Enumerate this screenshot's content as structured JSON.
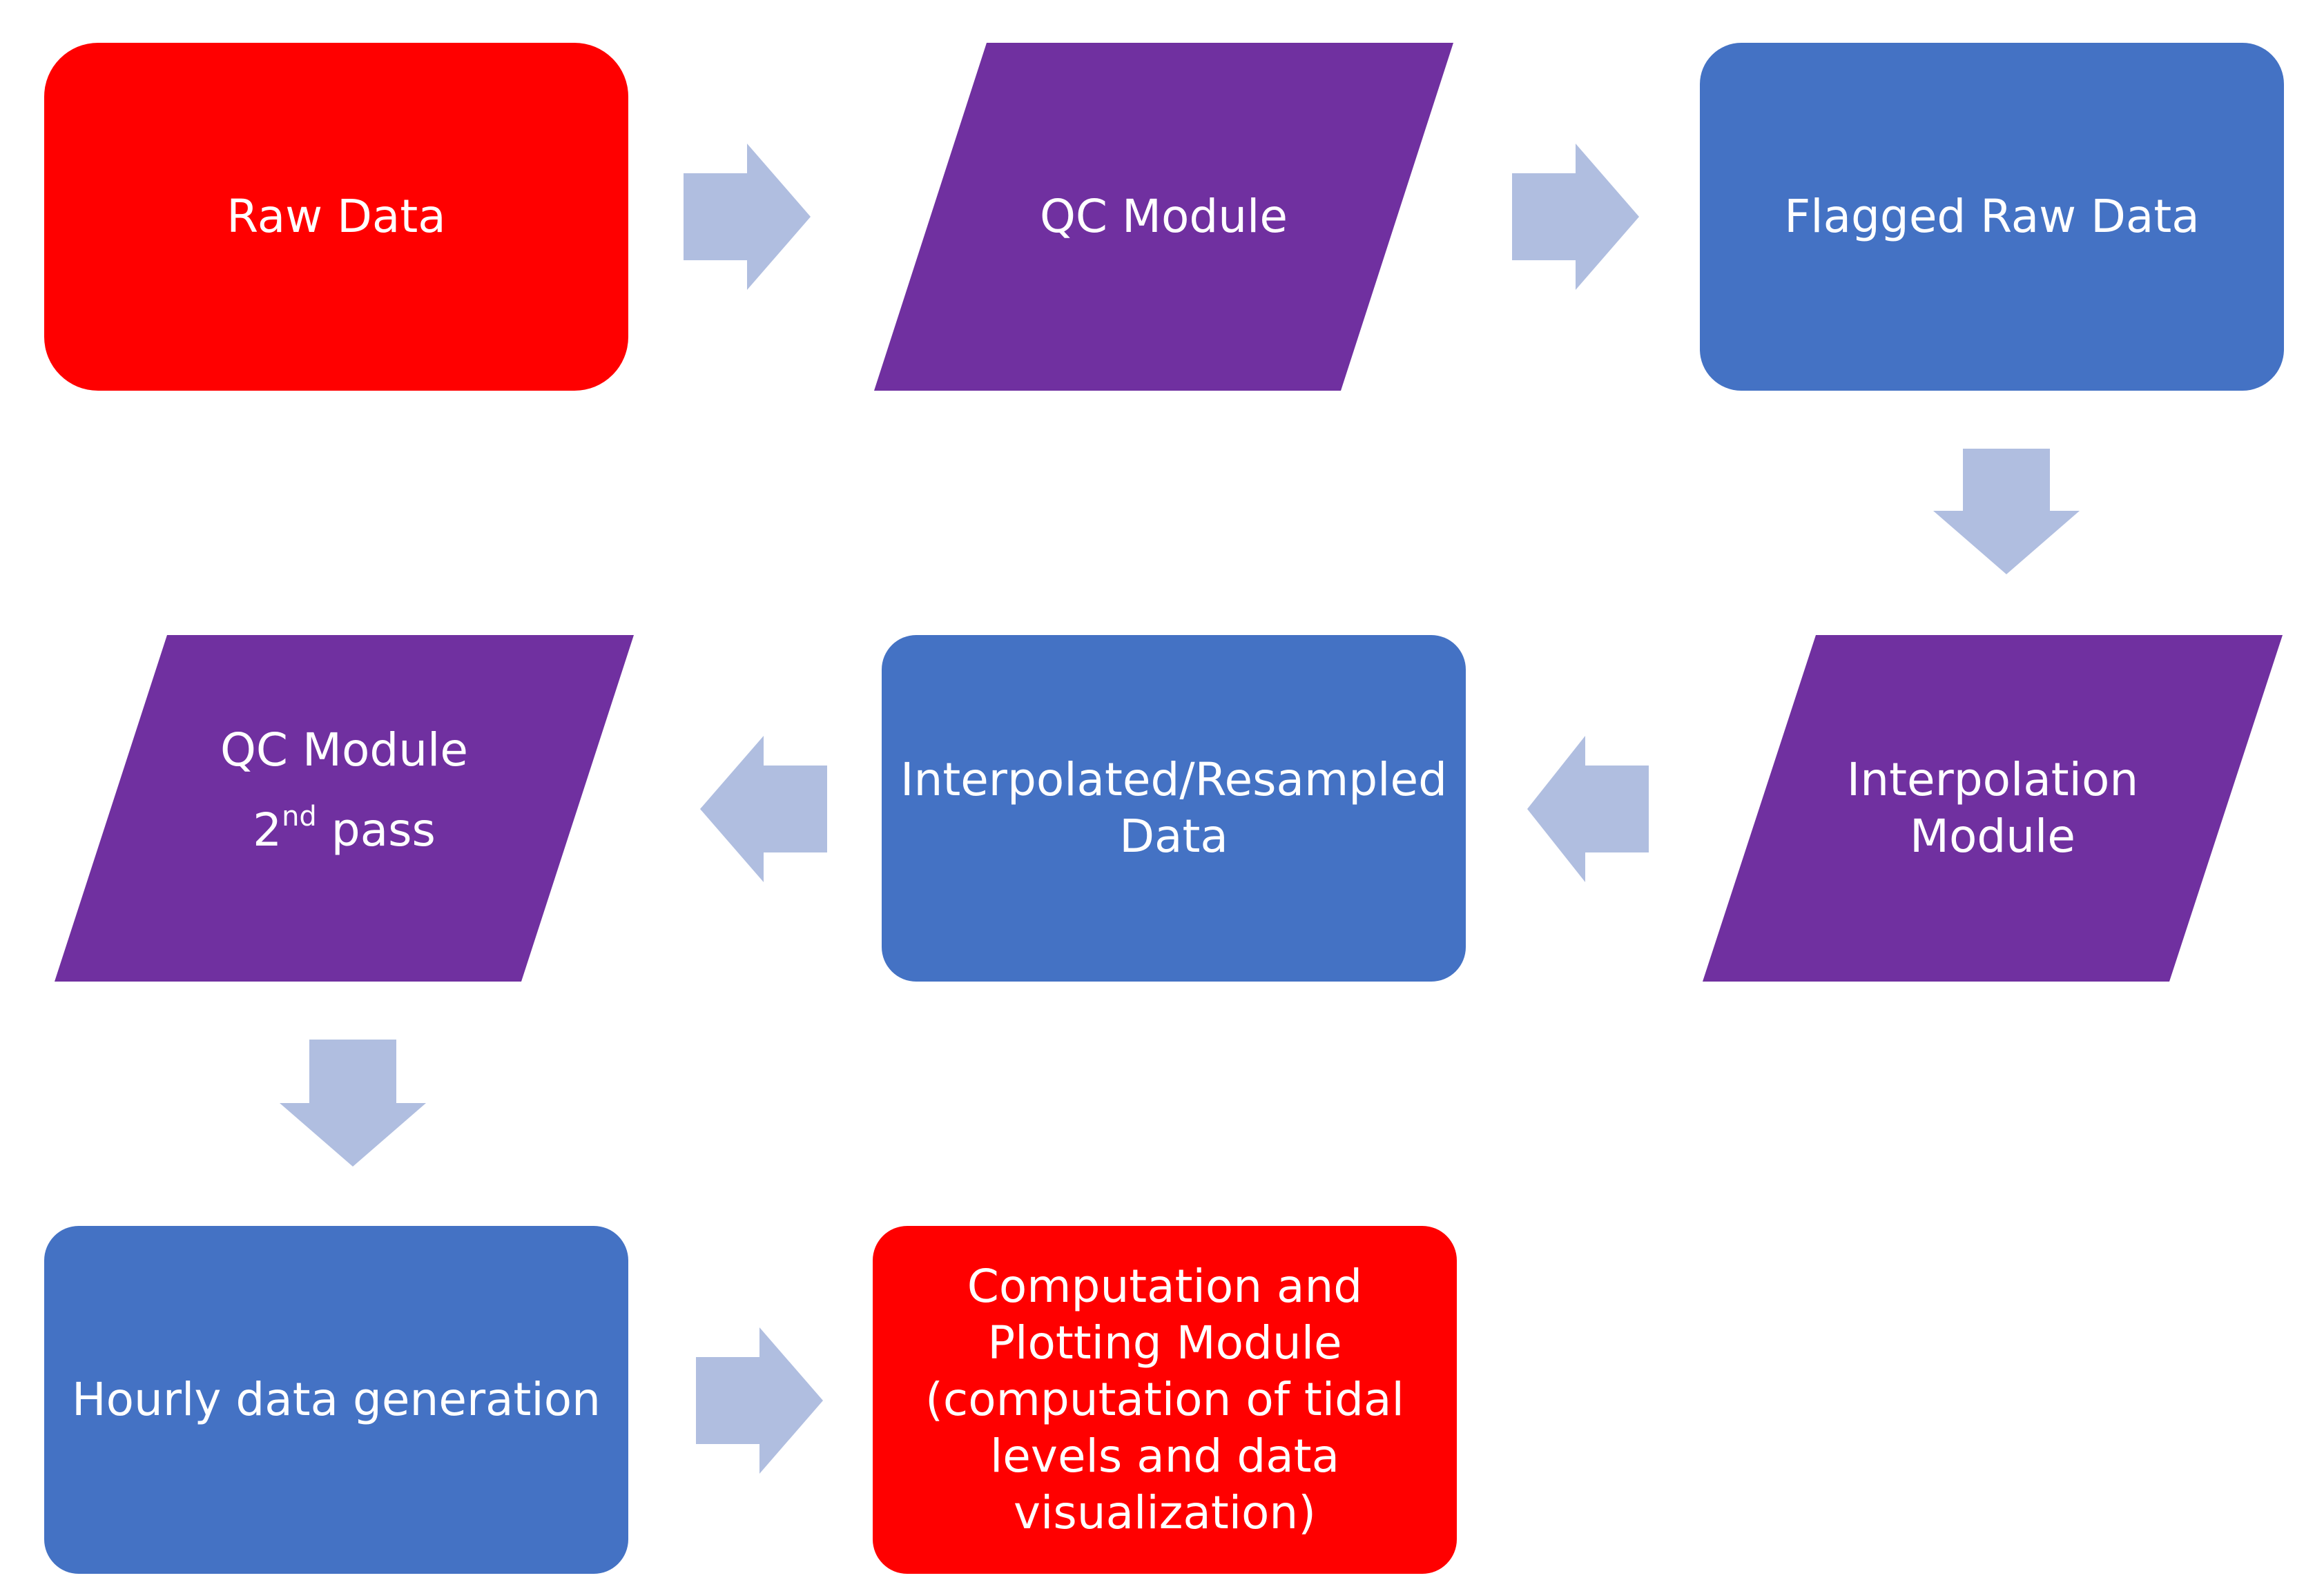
{
  "colors": {
    "red": "#FF0000",
    "purple": "#7030A0",
    "blue": "#4472C4",
    "arrow": "#B0BEE0",
    "text": "#FFFFFF"
  },
  "nodes": {
    "raw_data": {
      "label": "Raw Data",
      "shape": "rounded-rectangle",
      "color": "red"
    },
    "qc_module": {
      "label": "QC Module",
      "shape": "parallelogram",
      "color": "purple"
    },
    "flagged_raw_data": {
      "label": "Flagged Raw Data",
      "shape": "rounded-rectangle",
      "color": "blue"
    },
    "interpolation_module": {
      "lines": [
        "Interpolation",
        "Module"
      ],
      "shape": "parallelogram",
      "color": "purple"
    },
    "interpolated_data": {
      "lines": [
        "Interpolated/Resampled",
        "Data"
      ],
      "shape": "rounded-rectangle",
      "color": "blue"
    },
    "qc_module_2": {
      "line1": "QC Module",
      "pass_number": "2",
      "pass_suffix": "nd",
      "pass_word": " pass",
      "shape": "parallelogram",
      "color": "purple"
    },
    "hourly_data": {
      "label": "Hourly data generation",
      "shape": "rounded-rectangle",
      "color": "blue"
    },
    "computation_module": {
      "lines": [
        "Computation and",
        "Plotting Module",
        "(computation of tidal",
        "levels and data",
        "visualization)"
      ],
      "shape": "rounded-rectangle",
      "color": "red"
    }
  },
  "flow": [
    {
      "from": "raw_data",
      "to": "qc_module",
      "direction": "right"
    },
    {
      "from": "qc_module",
      "to": "flagged_raw_data",
      "direction": "right"
    },
    {
      "from": "flagged_raw_data",
      "to": "interpolation_module",
      "direction": "down"
    },
    {
      "from": "interpolation_module",
      "to": "interpolated_data",
      "direction": "left"
    },
    {
      "from": "interpolated_data",
      "to": "qc_module_2",
      "direction": "left"
    },
    {
      "from": "qc_module_2",
      "to": "hourly_data",
      "direction": "down"
    },
    {
      "from": "hourly_data",
      "to": "computation_module",
      "direction": "right"
    }
  ]
}
